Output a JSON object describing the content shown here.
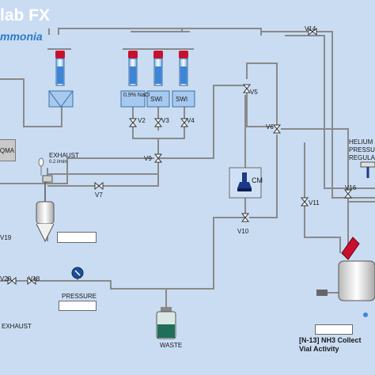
{
  "header": {
    "title": "lab FX",
    "subtitle": "mmonia"
  },
  "reagents": {
    "vial_nacl": "0.9% NaCl",
    "vial_swi_1": "SWI",
    "vial_swi_2": "SWI"
  },
  "valves": {
    "v2": "V2",
    "v3": "V3",
    "v4": "V4",
    "v5": "V5",
    "v6": "V6",
    "v7": "V7",
    "v9": "V9",
    "v10": "V10",
    "v11": "V11",
    "v14": "V14",
    "v16": "V16",
    "v18": "V18",
    "v19": "V19",
    "v20": "V20"
  },
  "components": {
    "qma": "QMA",
    "cm": "CM",
    "exhaust_top": "EXHAUST",
    "exhaust_flow": "0.2 l/min",
    "exhaust_bottom": "EXHAUST",
    "waste": "WASTE",
    "pressure": "PRESSURE",
    "helium_line1": "HELIUM",
    "helium_line2": "PRESSU",
    "helium_line3": "REGULA"
  },
  "product": {
    "line1": "[N-13] NH3 Collect",
    "line2": "Vial Activity"
  },
  "colors": {
    "background": "#c9dcf2",
    "tube": "#8a8a8a",
    "reagent_liquid": "#3d85d6",
    "vial_cap": "#c8102e",
    "waste_liquid": "#1f6e5a"
  }
}
